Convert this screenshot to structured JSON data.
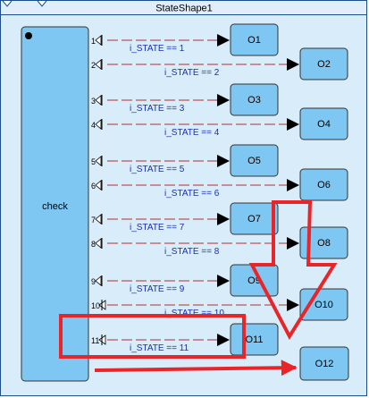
{
  "state": {
    "title": "StateShape1"
  },
  "check": {
    "label": "check"
  },
  "transitions": [
    {
      "priority": "1",
      "condition": "i_STATE == 1",
      "target": "O1"
    },
    {
      "priority": "2",
      "condition": "i_STATE == 2",
      "target": "O2"
    },
    {
      "priority": "3",
      "condition": "i_STATE == 3",
      "target": "O3"
    },
    {
      "priority": "4",
      "condition": "i_STATE == 4",
      "target": "O4"
    },
    {
      "priority": "5",
      "condition": "i_STATE == 5",
      "target": "O5"
    },
    {
      "priority": "6",
      "condition": "i_STATE == 6",
      "target": "O6"
    },
    {
      "priority": "7",
      "condition": "i_STATE == 7",
      "target": "O7"
    },
    {
      "priority": "8",
      "condition": "i_STATE == 8",
      "target": "O8"
    },
    {
      "priority": "9",
      "condition": "i_STATE == 9",
      "target": "O9"
    },
    {
      "priority": "10",
      "condition": "i_STATE == 10",
      "target": "O10"
    },
    {
      "priority": "11",
      "condition": "i_STATE == 11",
      "target": "O11"
    }
  ],
  "extra_target": {
    "label": "O12"
  },
  "colors": {
    "state_fill": "#d9ecfa",
    "state_border": "#1a4f8a",
    "node_fill": "#7dc7f2",
    "node_border": "#333333",
    "transition_line": "#b03030",
    "condition_text": "#1a2fb0",
    "annotation": "#e8262a"
  }
}
